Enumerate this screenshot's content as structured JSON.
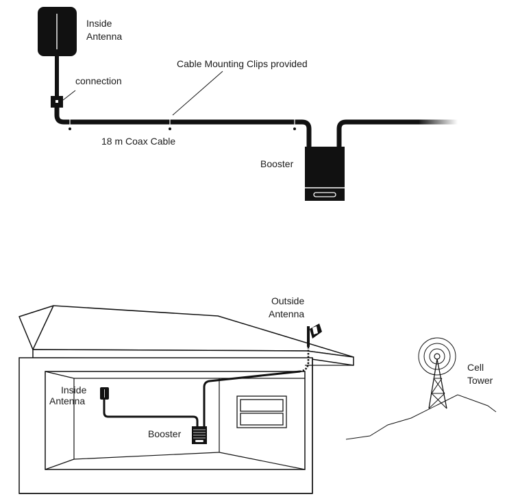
{
  "diagram_top": {
    "inside_antenna": [
      "Inside",
      "Antenna"
    ],
    "connection": "connection",
    "clips": "Cable Mounting Clips provided",
    "cable": "18 m Coax Cable",
    "booster": "Booster"
  },
  "diagram_bottom": {
    "outside_antenna": [
      "Outside",
      "Antenna"
    ],
    "inside_antenna": [
      "Inside",
      "Antenna"
    ],
    "booster": "Booster",
    "cell_tower": [
      "Cell",
      "Tower"
    ]
  }
}
